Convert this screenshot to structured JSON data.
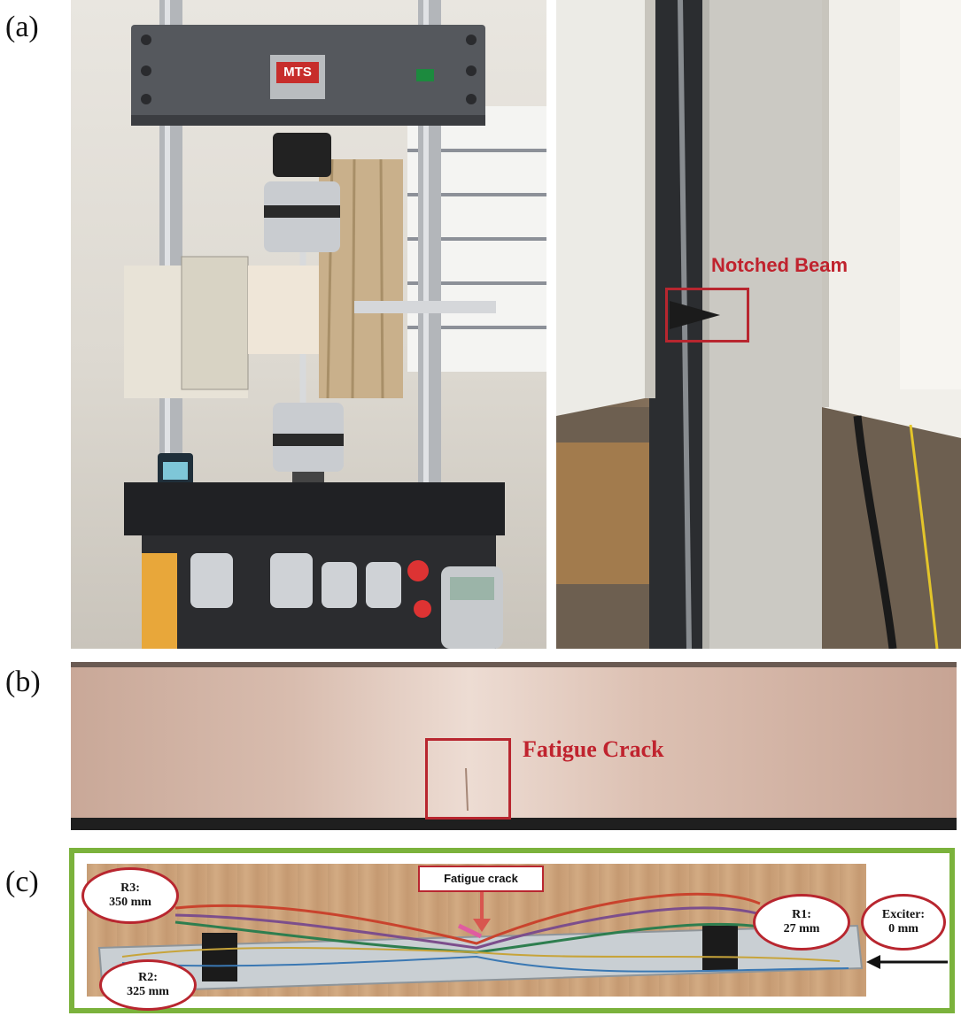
{
  "panels": {
    "a": {
      "label": "(a)",
      "machine_brand": "MTS",
      "callout": "Notched Beam"
    },
    "b": {
      "label": "(b)",
      "callout": "Fatigue Crack"
    },
    "c": {
      "label": "(c)",
      "crack_label": "Fatigue crack",
      "sensors": [
        {
          "name": "R3:",
          "distance": "350 mm"
        },
        {
          "name": "R2:",
          "distance": "325 mm"
        },
        {
          "name": "R1:",
          "distance": "27  mm"
        },
        {
          "name": "Exciter:",
          "distance": "0  mm"
        }
      ]
    }
  },
  "colors": {
    "callout_red": "#c0232e",
    "frame_green": "#7bb23c"
  }
}
